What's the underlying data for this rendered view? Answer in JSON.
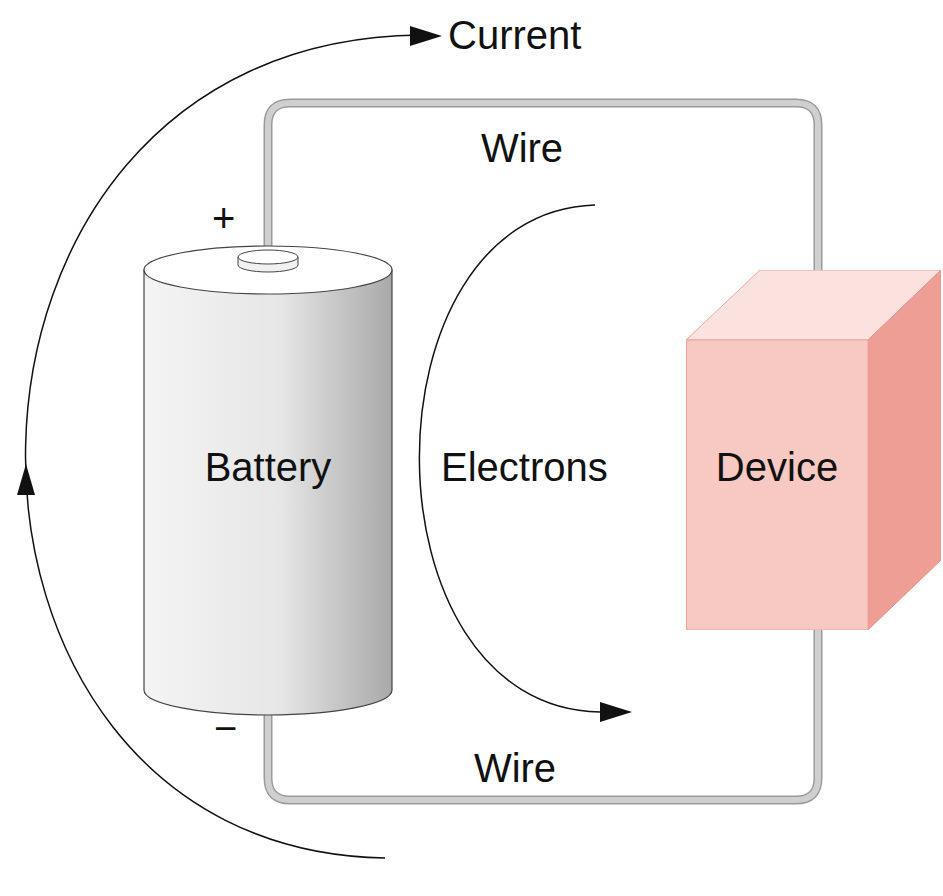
{
  "diagram": {
    "nodes": [
      {
        "text": [
          "Battery"
        ]
      },
      {
        "text": [
          "Device"
        ]
      }
    ],
    "edges": [
      {
        "from": 0,
        "to": 1,
        "arrow": "none",
        "label": "Wire"
      },
      {
        "from": 0,
        "to": 1,
        "arrow": "none",
        "label": "Wire"
      }
    ],
    "labels": [
      "Current",
      "+",
      "−",
      "Electrons"
    ]
  }
}
